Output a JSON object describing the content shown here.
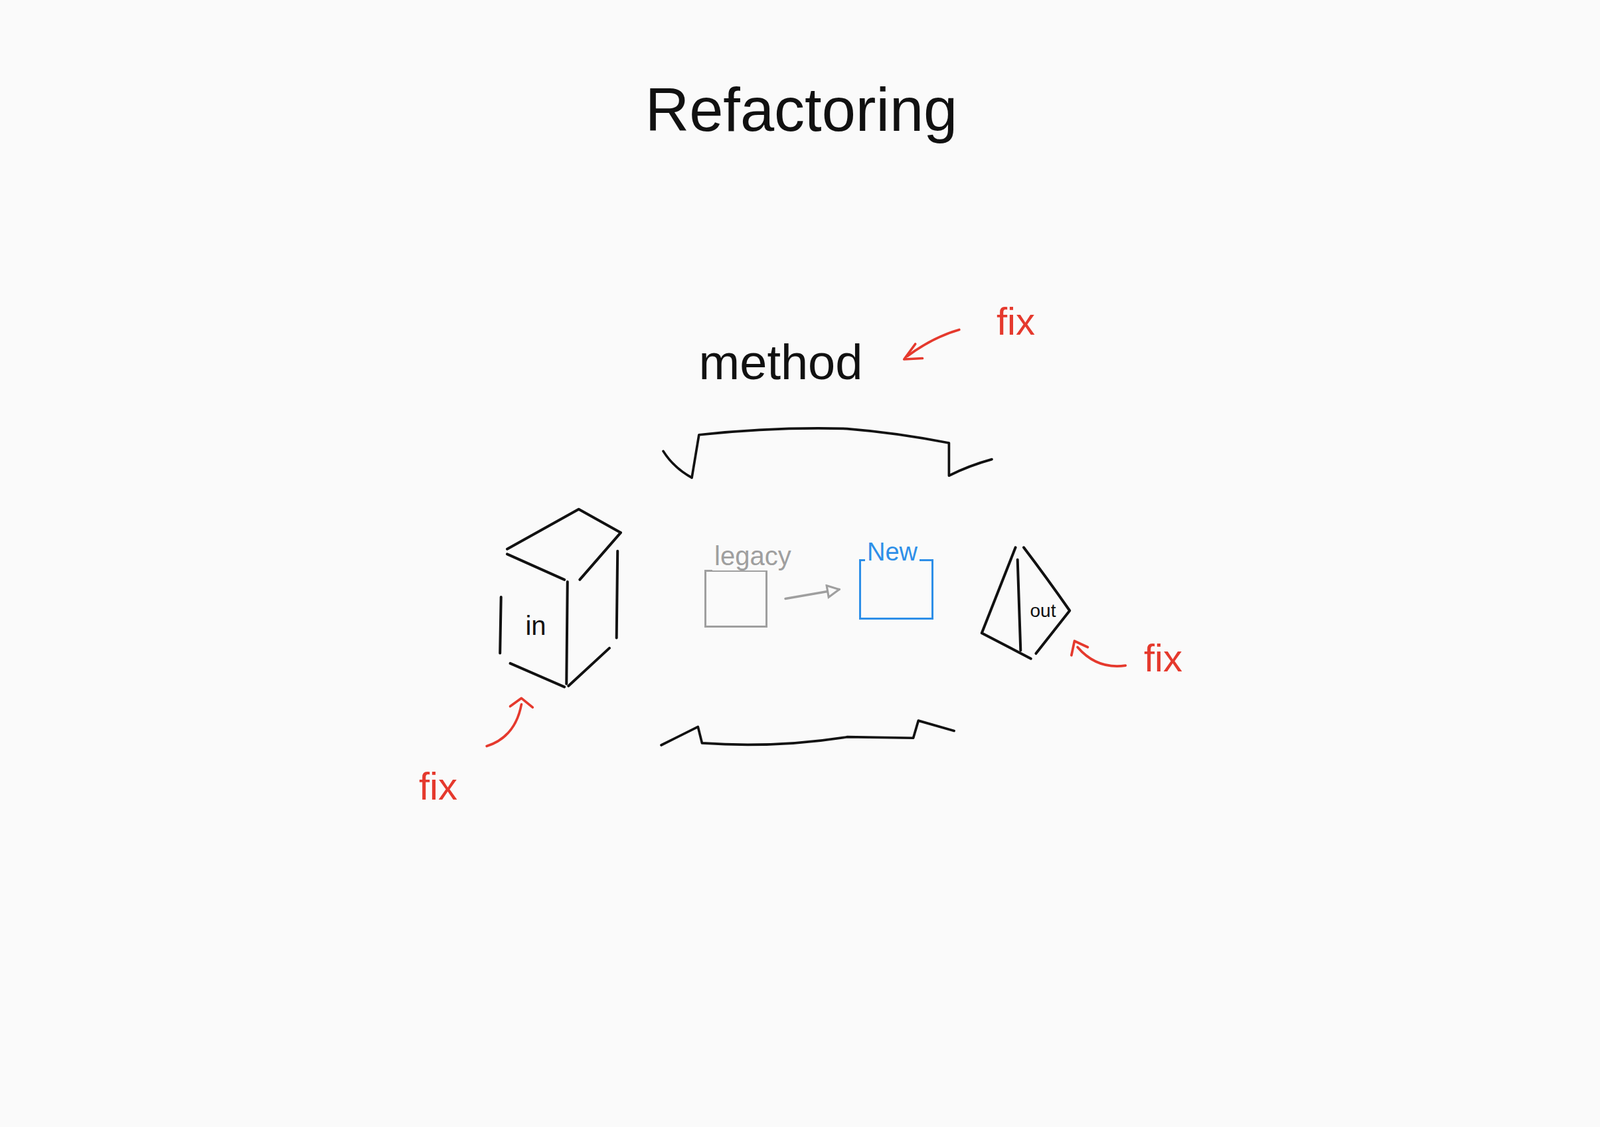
{
  "diagram": {
    "title": "Refactoring",
    "nodes": [
      {
        "text": [
          "in"
        ]
      },
      {
        "text": [
          "legacy"
        ]
      },
      {
        "text": [
          "New"
        ]
      },
      {
        "text": [
          "out"
        ]
      }
    ],
    "edges": [
      {
        "from": 1,
        "to": 2,
        "arrow": "to"
      }
    ],
    "labels": [
      "method",
      "fix",
      "fix",
      "fix"
    ]
  }
}
